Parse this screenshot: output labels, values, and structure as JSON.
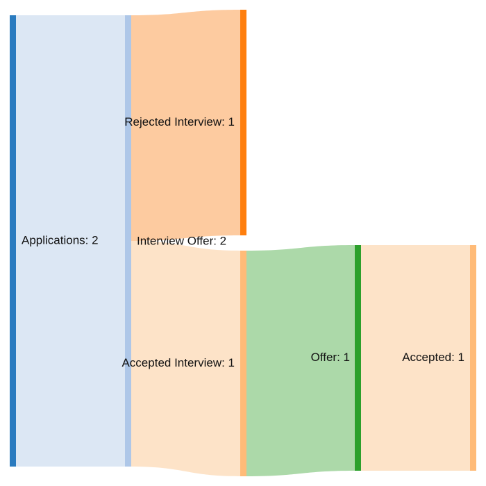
{
  "diagram": {
    "type": "sankey",
    "nodes": [
      {
        "id": "applications",
        "label": "Applications: 2",
        "name": "Applications",
        "value": 2,
        "color": "#2a7bbf"
      },
      {
        "id": "interview_offer",
        "label": "Interview Offer: 2",
        "name": "Interview Offer",
        "value": 2,
        "color": "#aec7e8"
      },
      {
        "id": "rejected_interview",
        "label": "Rejected Interview: 1",
        "name": "Rejected Interview",
        "value": 1,
        "color": "#ff7f0e"
      },
      {
        "id": "accepted_interview",
        "label": "Accepted Interview: 1",
        "name": "Accepted Interview",
        "value": 1,
        "color": "#ffbb78"
      },
      {
        "id": "offer",
        "label": "Offer: 1",
        "name": "Offer",
        "value": 1,
        "color": "#2ca02c"
      },
      {
        "id": "accepted",
        "label": "Accepted: 1",
        "name": "Accepted",
        "value": 1,
        "color": "#ffbb78"
      }
    ],
    "links": [
      {
        "source": "applications",
        "target": "interview_offer",
        "value": 2,
        "color": "#dce7f4"
      },
      {
        "source": "interview_offer",
        "target": "rejected_interview",
        "value": 1,
        "color": "#fdcba0"
      },
      {
        "source": "interview_offer",
        "target": "accepted_interview",
        "value": 1,
        "color": "#fde3c8"
      },
      {
        "source": "accepted_interview",
        "target": "offer",
        "value": 1,
        "color": "#acd9a9"
      },
      {
        "source": "offer",
        "target": "accepted",
        "value": 1,
        "color": "#fde3c8"
      }
    ]
  }
}
